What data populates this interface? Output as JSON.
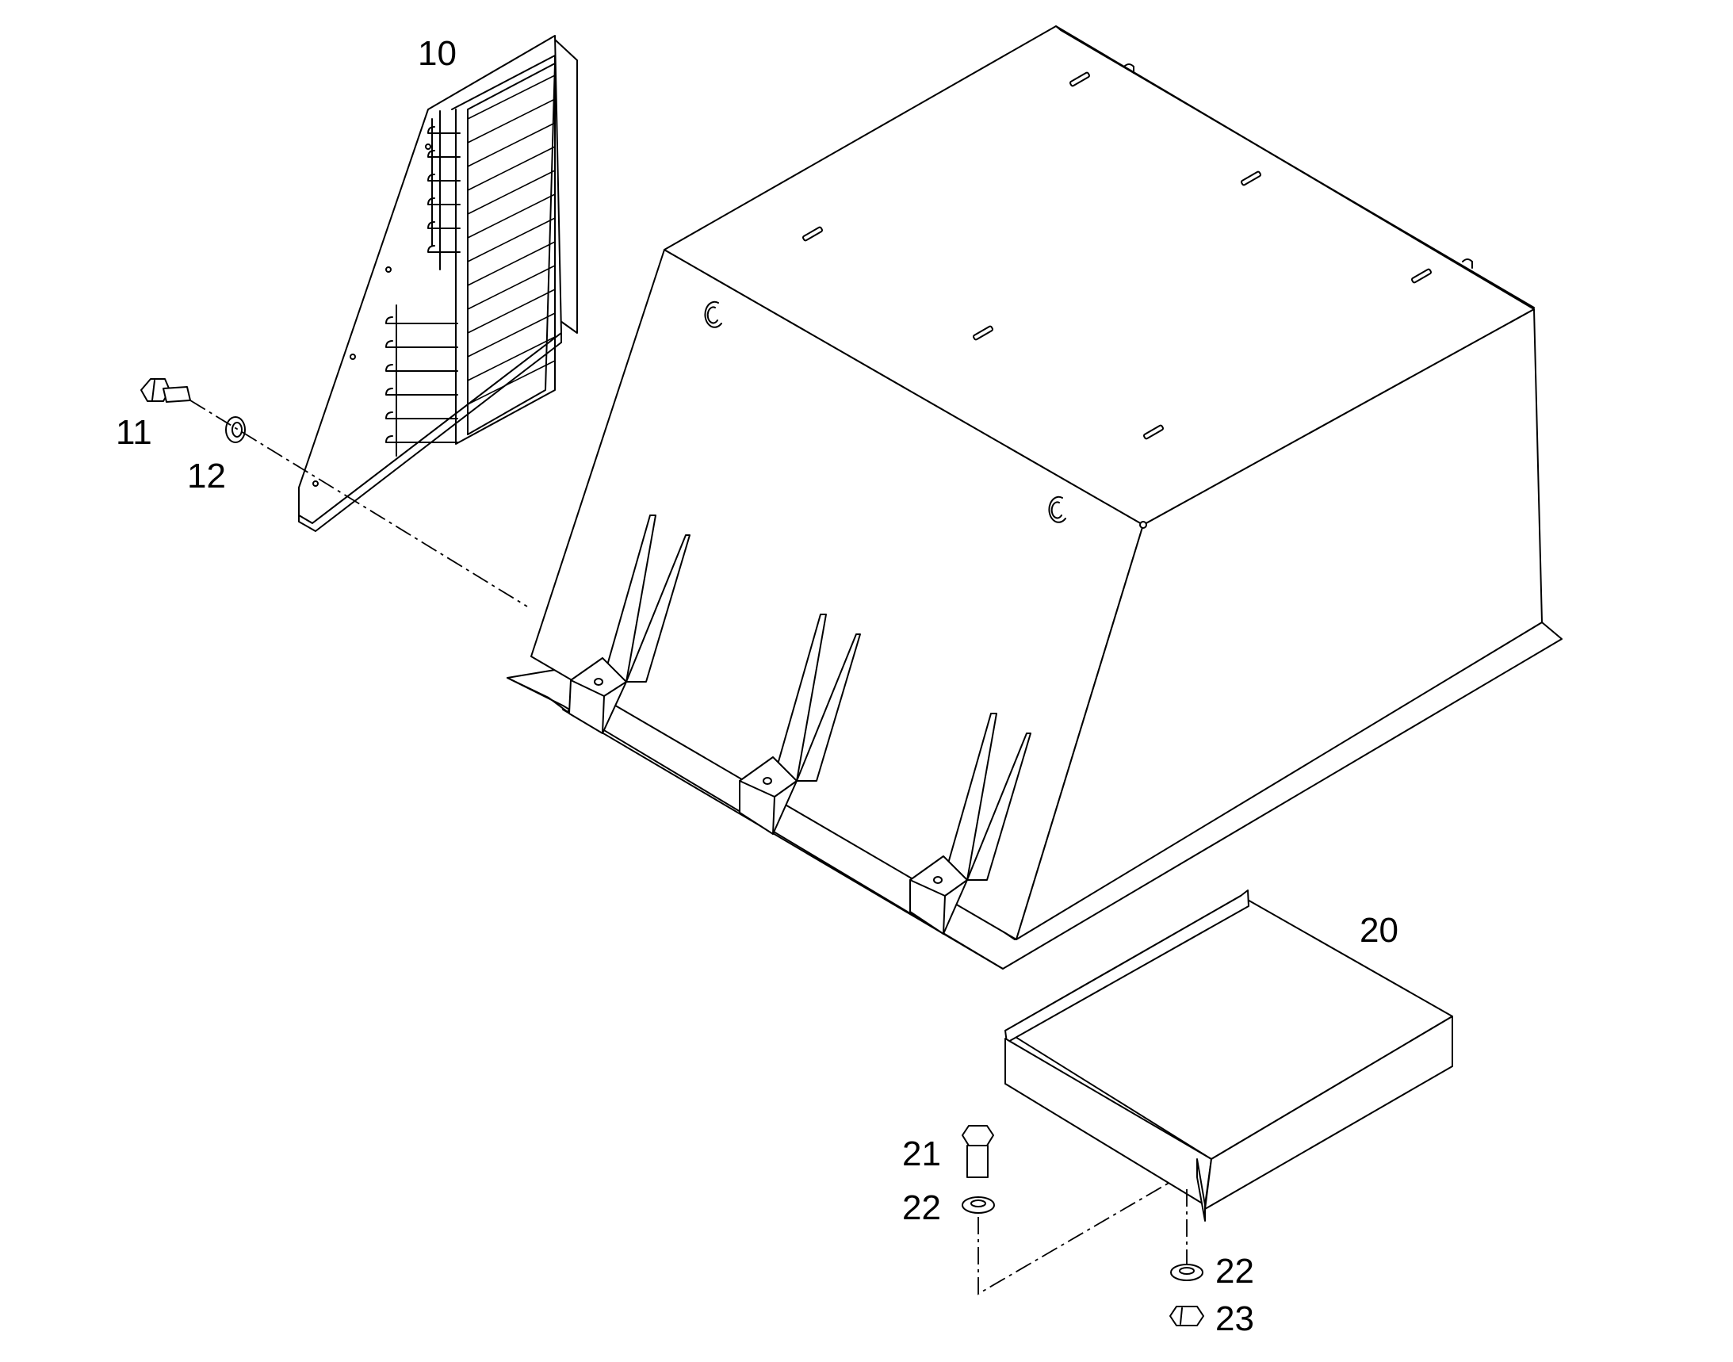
{
  "diagram": {
    "labels": [
      {
        "id": "callout-10",
        "text": "10"
      },
      {
        "id": "callout-11",
        "text": "11"
      },
      {
        "id": "callout-12",
        "text": "12"
      },
      {
        "id": "callout-20",
        "text": "20"
      },
      {
        "id": "callout-21",
        "text": "21"
      },
      {
        "id": "callout-22a",
        "text": "22"
      },
      {
        "id": "callout-22b",
        "text": "22"
      },
      {
        "id": "callout-23",
        "text": "23"
      }
    ]
  }
}
